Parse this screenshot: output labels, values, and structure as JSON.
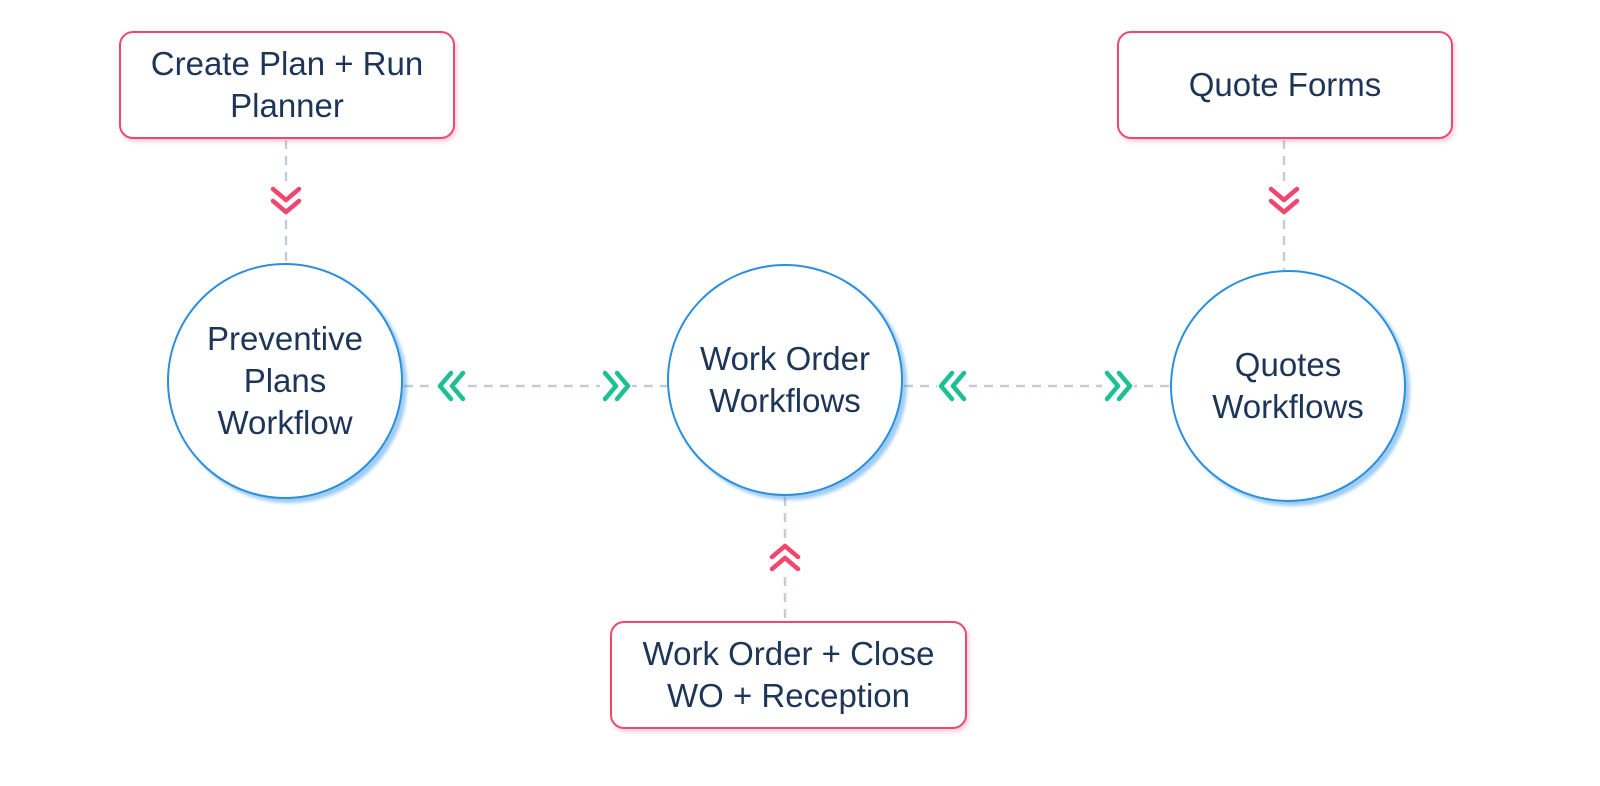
{
  "nodes": {
    "create_plan_box": "Create Plan + Run Planner",
    "quote_forms_box": "Quote Forms",
    "work_order_close_box": "Work Order + Close WO + Reception",
    "preventive_circle": "Preventive Plans Workflow",
    "work_order_circle": "Work Order Workflows",
    "quotes_circle": "Quotes Workflows"
  },
  "colors": {
    "box_border": "#f0476f",
    "circle_border": "#2b8fe0",
    "text": "#1d3557",
    "connector": "#c3ccd8",
    "arrow_pink": "#f0476f",
    "arrow_green": "#1fbf96"
  },
  "icons": {
    "vertical_connector": "double-chevron",
    "horizontal_connector": "double-chevron-bidirectional"
  }
}
